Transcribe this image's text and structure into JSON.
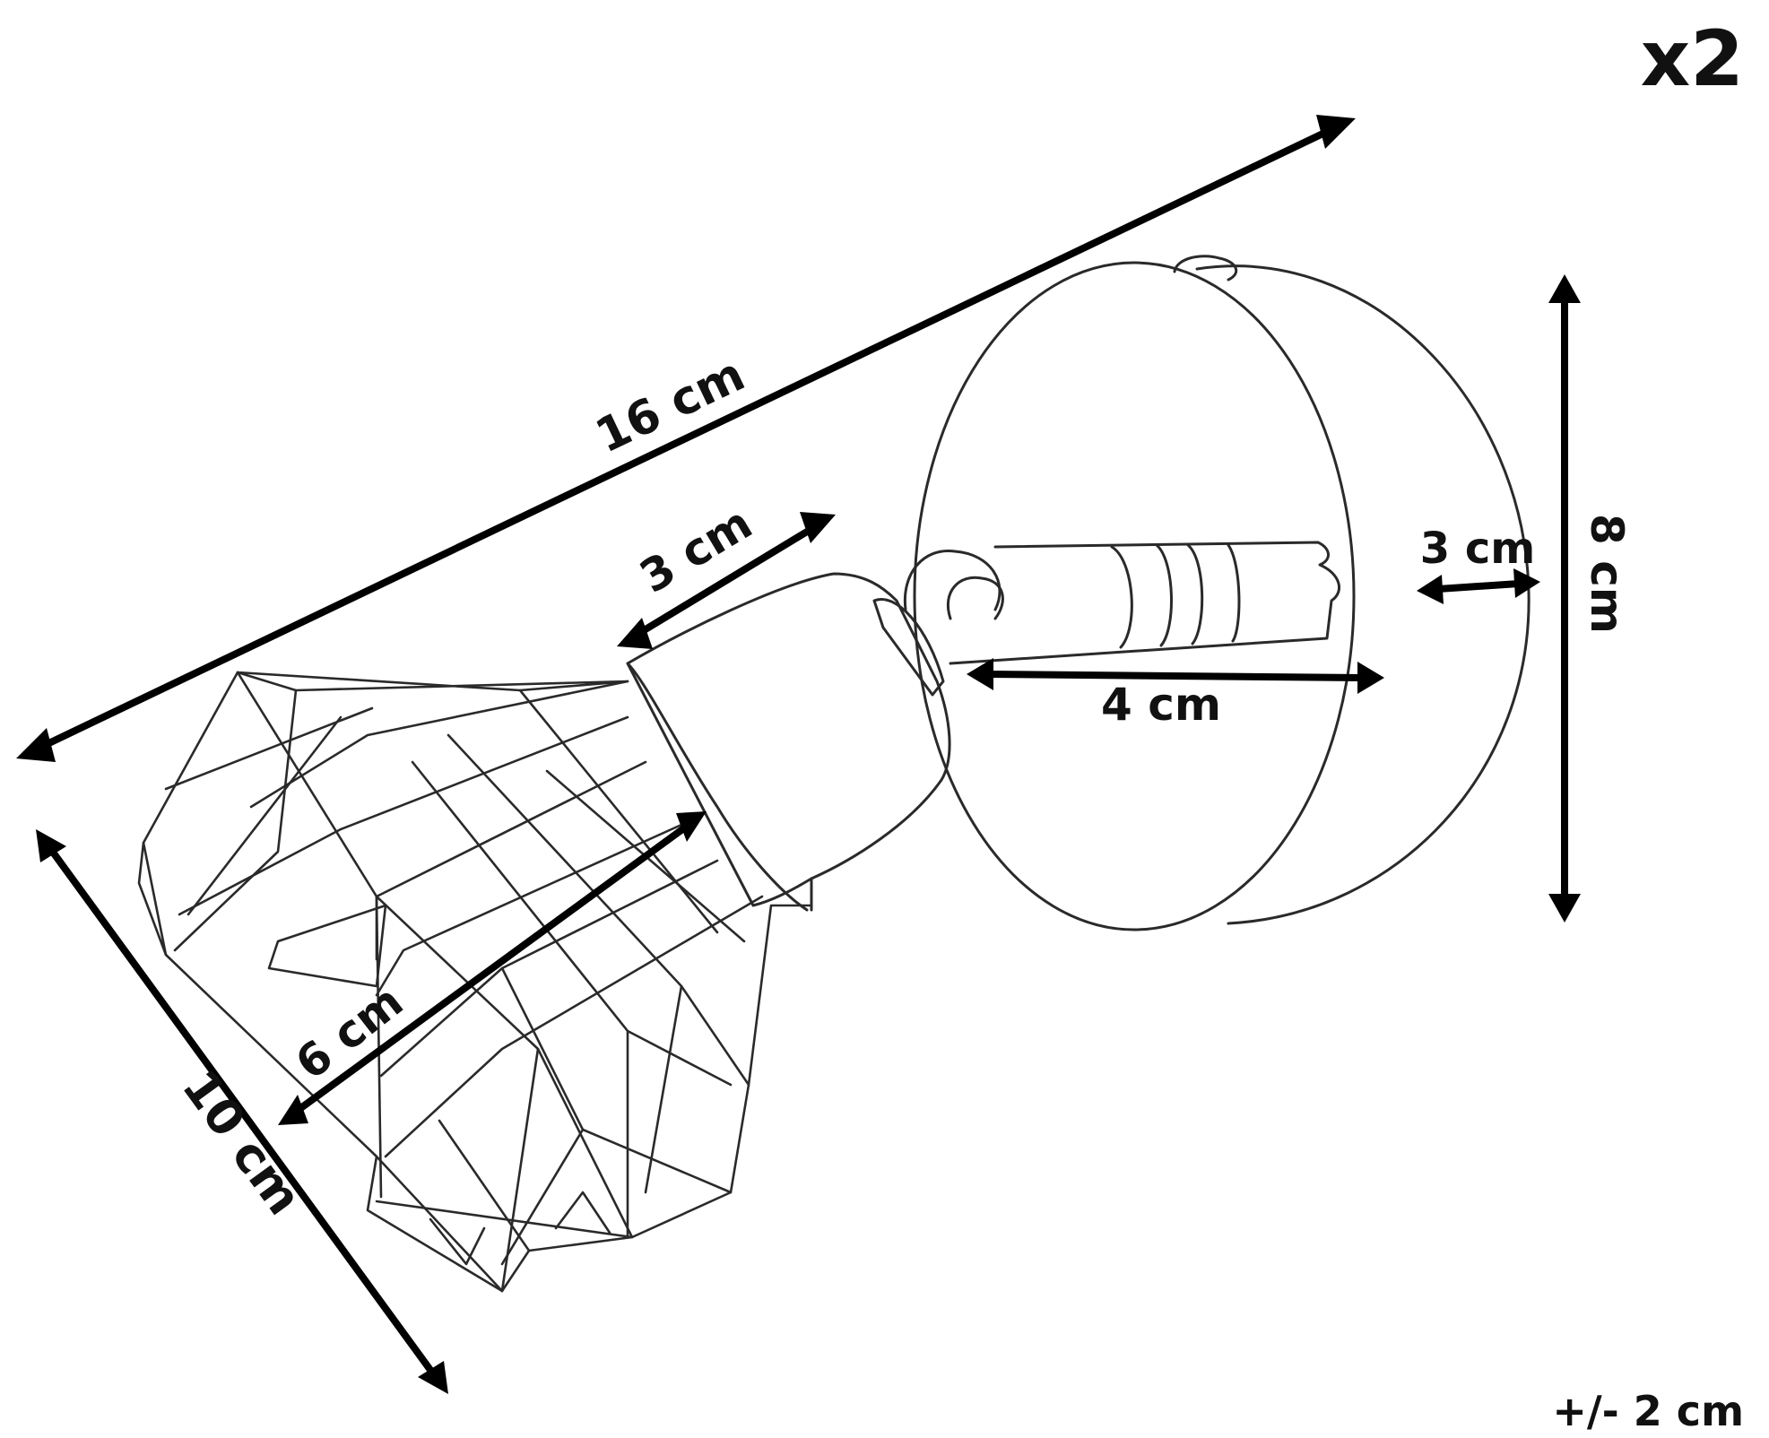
{
  "quantity": "x2",
  "tolerance": "+/- 2 cm",
  "dimensions": {
    "total_length": "16 cm",
    "socket_length": "3 cm",
    "arm_length": "4 cm",
    "plate_depth": "3 cm",
    "plate_height": "8 cm",
    "shade_diameter": "6 cm",
    "shade_length": "10 cm"
  },
  "colors": {
    "line": "#2a2a2a",
    "arrow": "#000000",
    "background": "#ffffff"
  }
}
